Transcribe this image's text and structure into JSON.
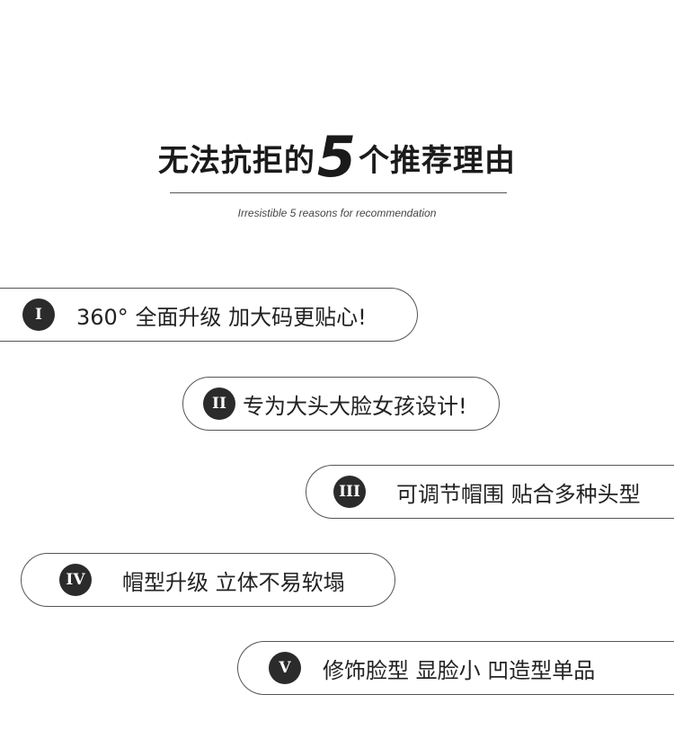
{
  "header": {
    "title_before": "无法抗拒的",
    "title_number": "5",
    "title_after": "个推荐理由",
    "subtitle": "Irresistible 5 reasons for recommendation"
  },
  "reasons": [
    {
      "badge": "I",
      "text": "360° 全面升级 加大码更贴心!"
    },
    {
      "badge": "II",
      "text": "专为大头大脸女孩设计!"
    },
    {
      "badge": "III",
      "text": "可调节帽围 贴合多种头型"
    },
    {
      "badge": "IV",
      "text": "帽型升级 立体不易软塌"
    },
    {
      "badge": "V",
      "text": "修饰脸型 显脸小 凹造型单品"
    }
  ]
}
